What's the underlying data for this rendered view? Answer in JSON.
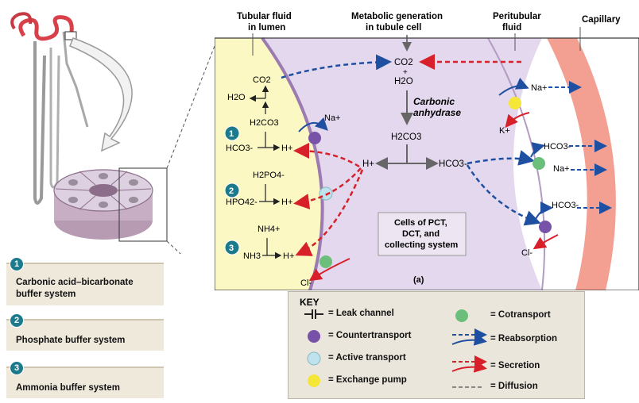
{
  "header": {
    "tubular_fluid": [
      "Tubular fluid",
      "in lumen"
    ],
    "metabolic": [
      "Metabolic generation",
      "in tubule cell"
    ],
    "peritubular": [
      "Peritubular",
      "fluid"
    ],
    "capillary": "Capillary"
  },
  "cell_labels": {
    "co2_top": "CO2",
    "h2o_top": "H2O",
    "plus": "+",
    "carbonic": "Carbonic",
    "anhydrase": "anhydrase",
    "h2co3_center": "H2CO3",
    "h_center": "H+",
    "hco3_center": "HCO3-",
    "cells_box": [
      "Cells of PCT,",
      "DCT, and",
      "collecting system"
    ],
    "panel_tag": "(a)"
  },
  "lumen_labels": {
    "co2": "CO2",
    "h2o": "H2O",
    "h2co3": "H2CO3",
    "hco3": "HCO3-",
    "h1": "H+",
    "na": "Na+",
    "h2po4": "H2PO4-",
    "hpo4": "HPO42-",
    "h2": "H+",
    "nh4": "NH4+",
    "nh3": "NH3",
    "h3": "H+",
    "cl": "Cl-",
    "badge1": "1",
    "badge2": "2",
    "badge3": "3"
  },
  "peritubular_labels": {
    "na_top": "Na+",
    "k": "K+",
    "hco3_a": "HCO3-",
    "na_mid": "Na+",
    "hco3_b": "HCO3-",
    "cl": "Cl-"
  },
  "buffers": [
    {
      "num": "1",
      "label": [
        "Carbonic acid–bicarbonate",
        "buffer system"
      ]
    },
    {
      "num": "2",
      "label": [
        "Phosphate buffer system"
      ]
    },
    {
      "num": "3",
      "label": [
        "Ammonia buffer system"
      ]
    }
  ],
  "key": {
    "title": "KEY",
    "items": [
      {
        "label": "= Leak channel"
      },
      {
        "label": "= Countertransport"
      },
      {
        "label": "= Active transport"
      },
      {
        "label": "= Exchange pump"
      },
      {
        "label": "= Cotransport"
      },
      {
        "label": "= Reabsorption"
      },
      {
        "label": "= Secretion"
      },
      {
        "label": "= Diffusion"
      }
    ]
  },
  "colors": {
    "lumen": "#fbf8c4",
    "cell": "#e4d8ee",
    "capillary": "#f3a092",
    "reabsorption": "#1f4fa0",
    "secretion": "#d7202a",
    "countertransport": "#7752a8",
    "active_transport": "#bfe3ee",
    "exchange_pump": "#f5e63a",
    "cotransport": "#6cbf7a",
    "badge": "#1d7a8c"
  }
}
